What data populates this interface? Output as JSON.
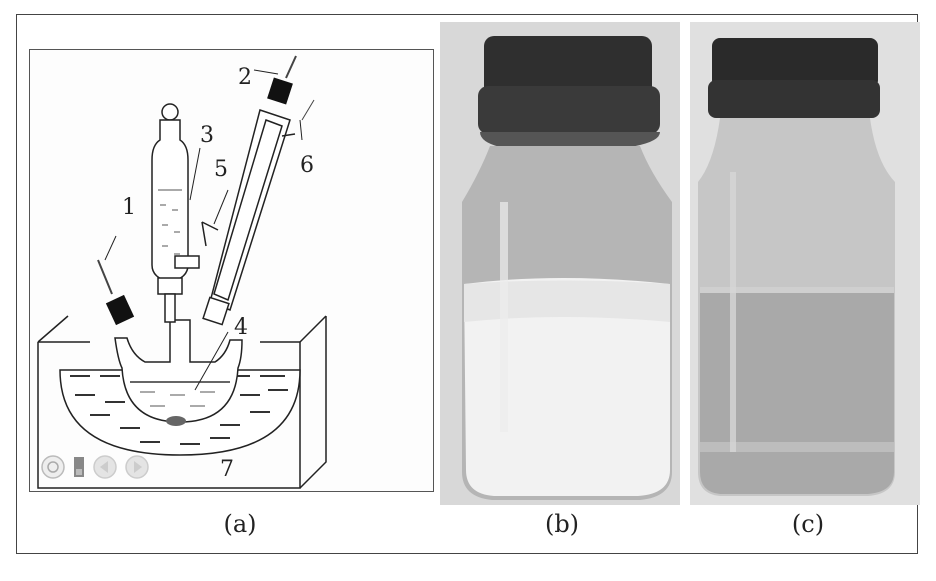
{
  "captions": [
    "(a)",
    "(b)",
    "(c)"
  ],
  "labels": [
    "1",
    "2",
    "3",
    "4",
    "5",
    "6",
    "7"
  ],
  "player_controls": [
    {
      "icon": "replay-icon"
    },
    {
      "icon": "stop-icon"
    },
    {
      "icon": "previous-icon"
    },
    {
      "icon": "next-icon"
    }
  ]
}
